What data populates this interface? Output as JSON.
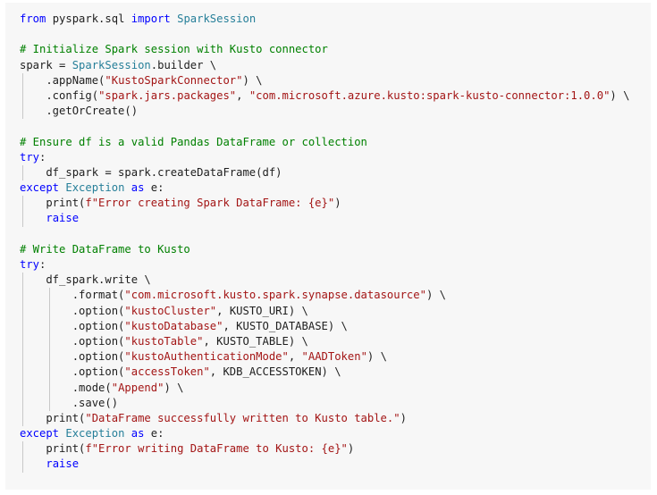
{
  "code_lines": [
    "from pyspark.sql import SparkSession",
    "",
    "# Initialize Spark session with Kusto connector",
    "spark = SparkSession.builder \\",
    "    .appName(\"KustoSparkConnector\") \\",
    "    .config(\"spark.jars.packages\", \"com.microsoft.azure.kusto:spark-kusto-connector:1.0.0\") \\",
    "    .getOrCreate()",
    "",
    "# Ensure df is a valid Pandas DataFrame or collection",
    "try:",
    "    df_spark = spark.createDataFrame(df)",
    "except Exception as e:",
    "    print(f\"Error creating Spark DataFrame: {e}\")",
    "    raise",
    "",
    "# Write DataFrame to Kusto",
    "try:",
    "    df_spark.write \\",
    "        .format(\"com.microsoft.kusto.spark.synapse.datasource\") \\",
    "        .option(\"kustoCluster\", KUSTO_URI) \\",
    "        .option(\"kustoDatabase\", KUSTO_DATABASE) \\",
    "        .option(\"kustoTable\", KUSTO_TABLE) \\",
    "        .option(\"kustoAuthenticationMode\", \"AADToken\") \\",
    "        .option(\"accessToken\", KDB_ACCESSTOKEN) \\",
    "        .mode(\"Append\") \\",
    "        .save()",
    "    print(\"DataFrame successfully written to Kusto table.\")",
    "except Exception as e:",
    "    print(f\"Error writing DataFrame to Kusto: {e}\")",
    "    raise"
  ],
  "colors": {
    "keyword": "#0000ff",
    "class": "#267f99",
    "string": "#a31515",
    "comment": "#008000",
    "background": "#f7f7f7"
  }
}
